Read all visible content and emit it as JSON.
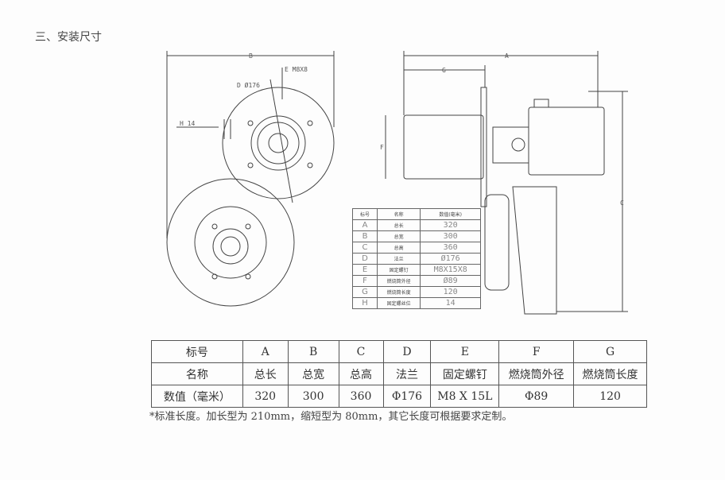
{
  "section_title": "三、安装尺寸",
  "drawing_labels": {
    "b": "B",
    "e": "E M8X8",
    "d": "D Ø176",
    "h": "H 14",
    "a": "A",
    "g": "G",
    "f": "F",
    "c": "C"
  },
  "small_table": {
    "headers": [
      "标号",
      "名称",
      "数值(毫米)"
    ],
    "rows": [
      {
        "key": "A",
        "name": "总长",
        "value": "320"
      },
      {
        "key": "B",
        "name": "总宽",
        "value": "300"
      },
      {
        "key": "C",
        "name": "总高",
        "value": "360"
      },
      {
        "key": "D",
        "name": "法兰",
        "value": "Ø176"
      },
      {
        "key": "E",
        "name": "固定螺钉",
        "value": "M8X15X8"
      },
      {
        "key": "F",
        "name": "燃烧筒外径",
        "value": "Ø89"
      },
      {
        "key": "G",
        "name": "燃烧筒长度",
        "value": "120"
      },
      {
        "key": "H",
        "name": "固定螺丝位",
        "value": "14"
      }
    ]
  },
  "spec_table": {
    "row_headers": [
      "标号",
      "名称",
      "数值（毫米）"
    ],
    "keys": [
      "A",
      "B",
      "C",
      "D",
      "E",
      "F",
      "G"
    ],
    "names": [
      "总长",
      "总宽",
      "总高",
      "法兰",
      "固定螺钉",
      "燃烧筒外径",
      "燃烧筒长度"
    ],
    "values": [
      "320",
      "300",
      "360",
      "Φ176",
      "M8 X 15L",
      "Φ89",
      "120"
    ]
  },
  "footnote": "*标准长度。加长型为 210mm，缩短型为 80mm，其它长度可根据要求定制。"
}
